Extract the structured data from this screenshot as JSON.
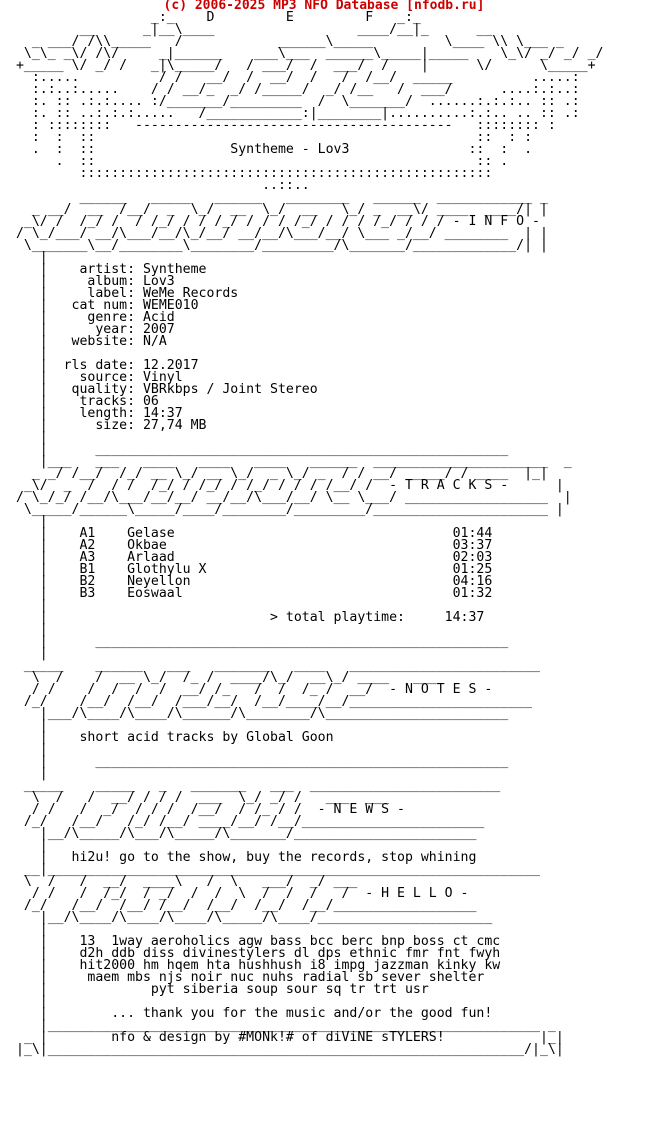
{
  "header_credit": "(c) 2006-2025 MP3 NFO Database [nfodb.ru]",
  "nfo_lines": [
    "",
    "                  _:_    D         E         F   _:_",
    "         __      _|__\\____                  ____/__|_      __",
    "   _ ___/ /\\\\_____   /            ______\\_____         \\____ \\\\ \\___ _",
    "  \\_\\_ _\\/ /\\/     _|______    ___\\___  ______\\_____|_____    \\_\\/ _/ _/ _/",
    " +_____ \\/ _/ /   _|\\_____/   / ___/  /  ___/  /    |      \\/      \\_____+",
    "   :.....          / /   __/  /  __/  /   /  /__/  _____          .....:",
    "   :.:..:.....    / / __/_  _/ /_____/  _/ /__   /  ___/      ....:.:..:",
    "   :. :: .:.:.... :/_______/_________  /  \\_______/  ......:.:.:.. :: .:",
    "   :. :: ..:.:.:.....   /____________:|________|..........:.:.. .. :: .:",
    "   : ::::::::   ----------------------------------------   :::::::: :",
    "   :  :  ::                                                ::  : :",
    "   .  :  ::                 Syntheme - Lov3               ::  :  .",
    "      .  ::                                                :: .",
    "         ::::::::::::::::::::::::::::::::::::::::::::::::::::",
    "                                ..::..",
    "         ______   _____   ______   ________   ______  ____________ _",
    "   _ __/  __  /__/  _  \\_/  __  \\_/  __   \\_/ _  __\\/ ____  ____/| |",
    "  _\\/ /  /_/ /  / /_/ / / /_/ / / / /_/ / / / /_/ / / / - I N F O -",
    " / \\_/___/ __/\\___/__/\\_/__/ __/__/\\___/__/ \\___ _/__/ ________  | |",
    "  \\_______\\__/________\\________/_________/\\_______/_____________/| |",
    "    |",
    "    |    artist: Syntheme",
    "    |     album: Lov3",
    "    |     label: WeMe Records",
    "    |   cat num: WEME010",
    "    |     genre: Acid",
    "    |      year: 2007",
    "    |   website: N/A",
    "    |",
    "    |  rls date: 12.2017",
    "    |    source: Vinyl",
    "    |   quality: VBRkbps / Joint Stereo",
    "    |    tracks: 06",
    "    |    length: 14:37",
    "    |      size: 27,74 MB",
    "    |",
    "    |      ____________________________________________________",
    "    |___   ___   ____   ____   ____   ______  ______________________  _",
    "   _ _/ /__/  /_/ __ \\_/ __ \\_/  _ \\_/ _  / / __/  ____/ / ____  |_|",
    "  _\\/  _  /  / /  /_/ / /_/ / /_/ / / / /__/ /  - T R A C K S -      |",
    " / \\_/_/ /__/\\___/__/__/ __/__/\\___/__/ \\__ \\___/ __________________  |",
    "  \\_____/______\\_____/____/________/_________/______________________ |",
    "    |",
    "    |    A1    Gelase                                   01:44",
    "    |    A2    Okbae                                    03:37",
    "    |    A3    Arlaad                                   02:03",
    "    |    B1    Glothylu X                               01:25",
    "    |    B2    Neyellon                                 04:16",
    "    |    B3    Eoswaal                                  01:32",
    "    |",
    "    |                            > total playtime:     14:37",
    "    |",
    "    |      ____________________________________________________",
    "    |",
    "  _____    ______   ___   _______   ____   ________________________",
    "   \\  /    /  __ \\_/  /_ /  ____/\\_/  __\\_/ ____   ___",
    "   / /    /  /  /  /  __/ /_   /  /  /_ /  __/  - N O T E S -",
    "  /_/    /__/  /__/  /___/__/  /__/____/__/_______________________",
    "    |___/\\____/\\____/\\______/\\________/\\_______________________",
    "    |",
    "    |    short acid tracks by Global Goon",
    "    |",
    "    |      ____________________________________________________",
    "    |",
    "  _____    _____   _   _______   ___  ________________________",
    "   \\  /   /  __/ / / /  ___  \\_/ _/ /   ___  ___",
    "   / /   /  _/  / / /  /__/  / /_ / /  - N E W S -",
    "  /_/   /__/   /_/ /__/ ____/__/ /__/_______________________",
    "    |__/\\_____/\\___/\\_____/\\_______/_______________________",
    "    |",
    "    |   hi2u! go to the show, buy the records, stop whining",
    "  __|______________________________________________________________",
    "  \\  /   /  __/  ____\\   /  \\   ___/  _/ ___",
    "   / /   /  /_/  / _/  /  /  \\  /  /  /   /  - H E L L O -",
    "  /_/   /__/  /__/ /__/  /__/  /__/  /__/__________________",
    "    |__/\\____/\\____/\\____/\\_____/\\____/______________________",
    "    |",
    "    |    13  1way aeroholics agw bass bcc berc bnp boss ct cmc",
    "    |    d2h ddb diss divinestylers dl dps ethnic fmr fnt fwyh",
    "    |    hit2000 hm hqem hta hushhush i8 impg jazzman kinky kw",
    "    |     maem mbs njs noir nuc nuhs radial sb sever shelter",
    "    |             pyt siberia soup sour sq tr trt usr",
    "    |",
    "    |        ... thank you for the music and/or the good fun!",
    "    |______________________________________________________________ _",
    "  _ |        nfo & design by #MONk!# of diViNE sTYLERS!            |_|",
    " |_\\|____________________________________________________________/|_\\|",
    "",
    "",
    "",
    "",
    "",
    ""
  ]
}
